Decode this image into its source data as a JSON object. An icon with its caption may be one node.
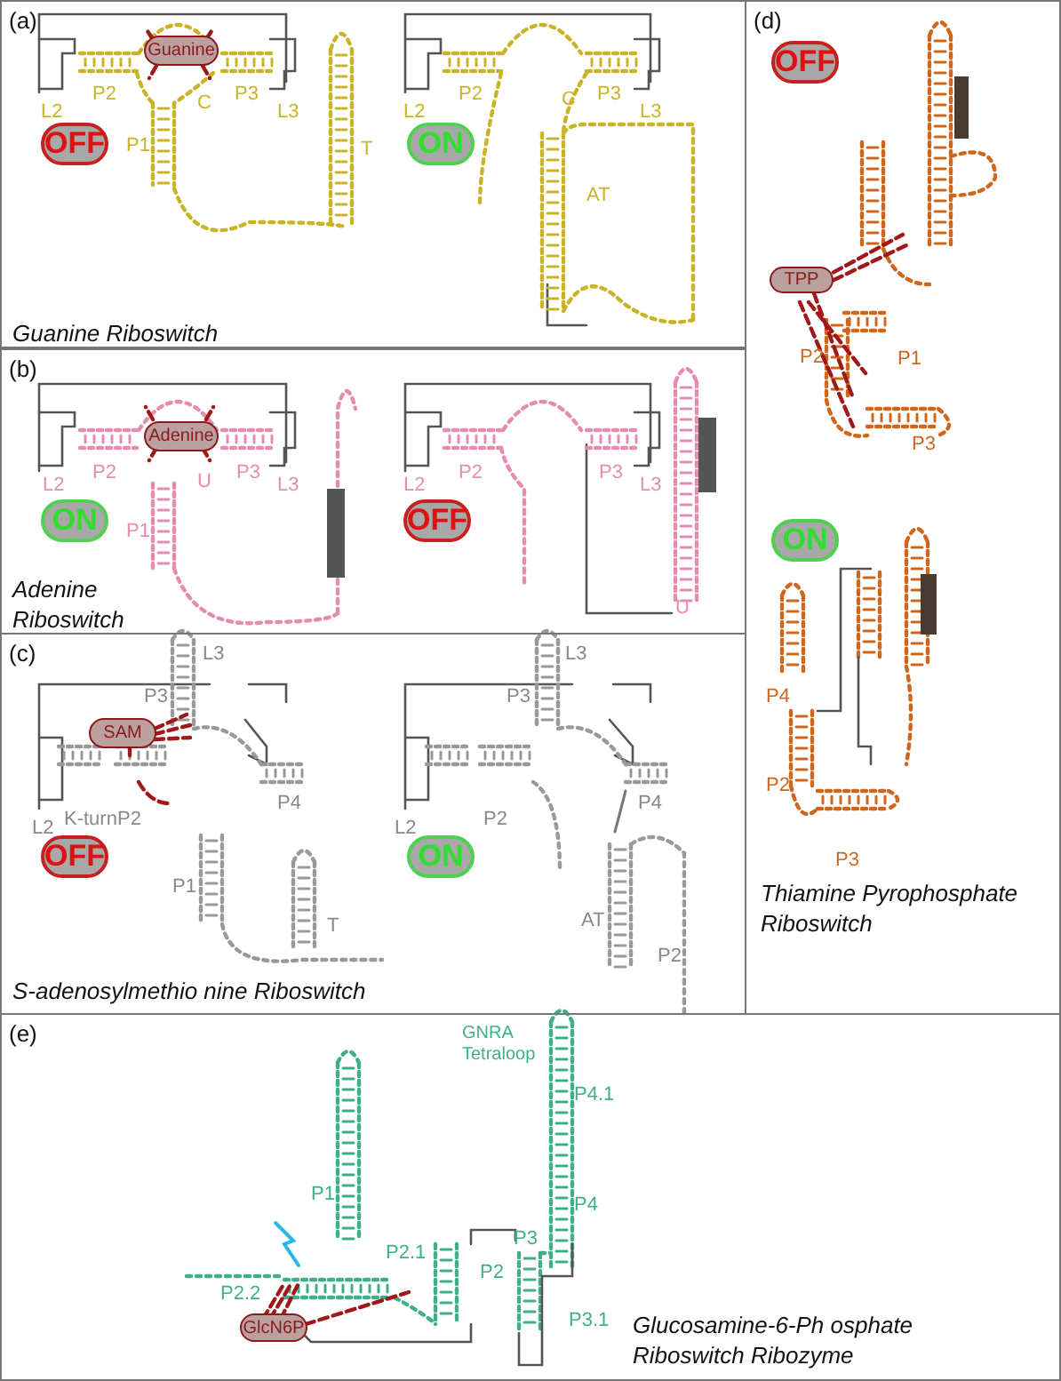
{
  "diagram": {
    "nodes": [
      {
        "text": [
          "(a)",
          "Guanine Riboswitch"
        ]
      },
      {
        "text": [
          "Guanine"
        ],
        "in": 0
      },
      {
        "text": [
          "OFF"
        ],
        "in": 0
      },
      {
        "text": [
          "ON"
        ],
        "in": 0
      },
      {
        "text": [
          "(b)",
          "Adenine Riboswitch"
        ]
      },
      {
        "text": [
          "Adenine"
        ],
        "in": 4
      },
      {
        "text": [
          "ON"
        ],
        "in": 4
      },
      {
        "text": [
          "OFF"
        ],
        "in": 4
      },
      {
        "text": [
          "(c)",
          "S-adenosylmethio nine Riboswitch"
        ]
      },
      {
        "text": [
          "SAM"
        ],
        "in": 8
      },
      {
        "text": [
          "OFF"
        ],
        "in": 8
      },
      {
        "text": [
          "ON"
        ],
        "in": 8
      },
      {
        "text": [
          "(d)",
          "Thiamine Pyrophosphate Riboswitch"
        ]
      },
      {
        "text": [
          "OFF"
        ],
        "in": 12
      },
      {
        "text": [
          "TPP"
        ],
        "in": 12
      },
      {
        "text": [
          "ON"
        ],
        "in": 12
      },
      {
        "text": [
          "(e)",
          "Glucosamine-6-Ph osphate Riboswitch Ribozyme"
        ]
      },
      {
        "text": [
          "GlcN6P"
        ],
        "in": 16
      }
    ],
    "labels": [
      "L2",
      "P2",
      "C",
      "P3",
      "L3",
      "P1",
      "T",
      "L2",
      "P2",
      "C",
      "P3",
      "L3",
      "AT",
      "L2",
      "P2",
      "U",
      "P3",
      "L3",
      "P1",
      "L2",
      "P2",
      "P3",
      "L3",
      "U",
      "L3",
      "P3",
      "L2",
      "K-turn",
      "P2",
      "P4",
      "P1",
      "T",
      "L3",
      "P3",
      "L2",
      "P2",
      "P4",
      "AT",
      "P2",
      "P2",
      "P1",
      "P3",
      "P4",
      "P2",
      "P3",
      "GNRA Tetraloop",
      "P1",
      "P2.1",
      "P2.2",
      "P2",
      "P3",
      "P3.1",
      "P4",
      "P4.1"
    ]
  }
}
